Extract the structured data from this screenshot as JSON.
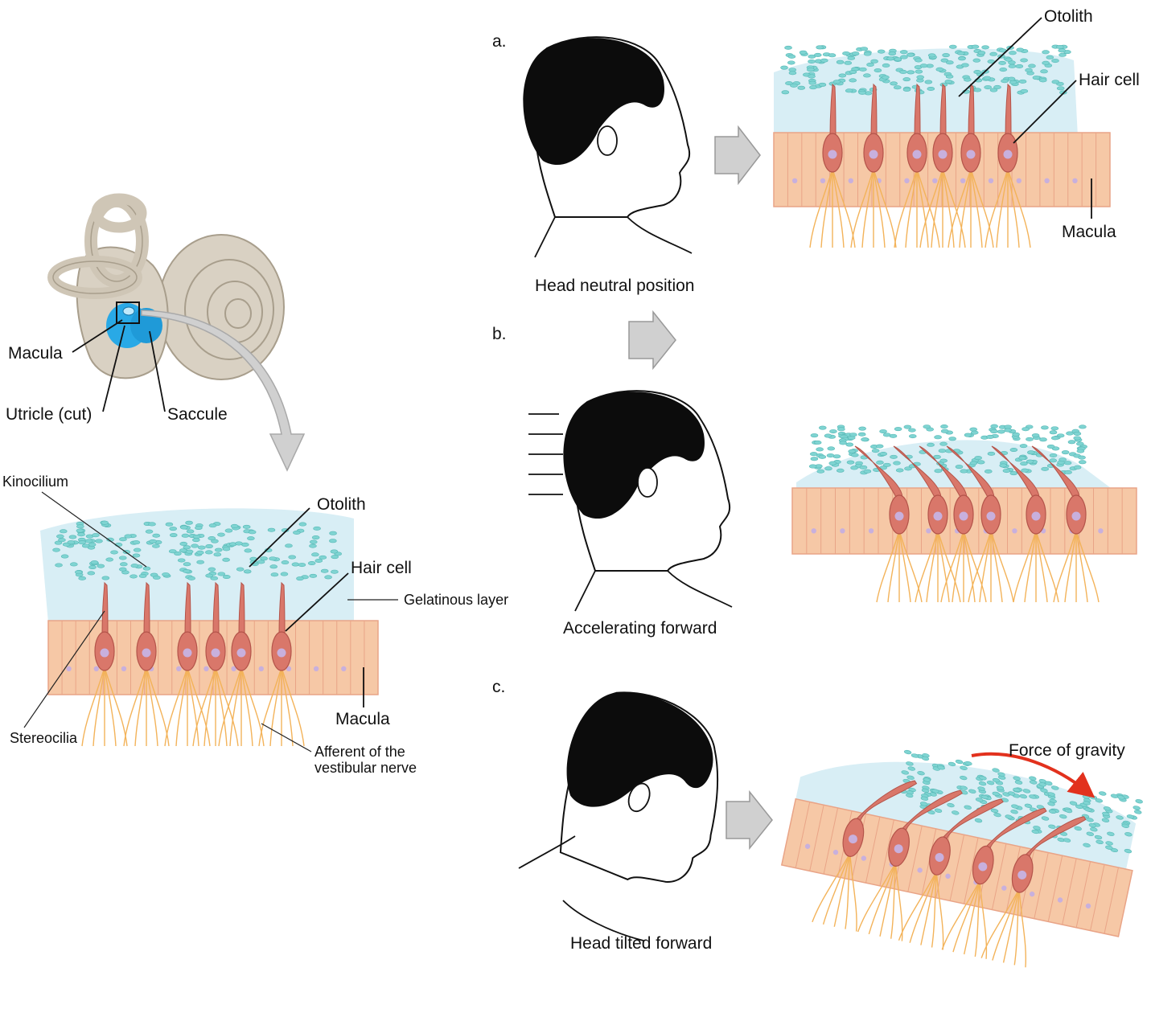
{
  "colors": {
    "otolith": "#7fd4d2",
    "gelatinous_layer": "#d8eef5",
    "epithelium": "#f6c8a6",
    "cell_border": "#e9a487",
    "hair_cell": "#d9776a",
    "hair_cell_nucleus": "#c8b0dd",
    "nerve_fibre": "#f3b35a",
    "inner_ear_bone": "#d9d1c3",
    "utricle_saccule": "#29a9e6",
    "gravity_arrow": "#e2311d",
    "large_arrow": "#d0d0d0"
  },
  "left_panel": {
    "inner_ear": {
      "macula": "Macula",
      "utricle": "Utricle (cut)",
      "saccule": "Saccule"
    },
    "detail": {
      "kinocilium": "Kinocilium",
      "otolith": "Otolith",
      "hair_cell": "Hair cell",
      "gelatinous_layer": "Gelatinous layer",
      "stereocilia": "Stereocilia",
      "macula": "Macula",
      "afferent_line1": "Afferent of the",
      "afferent_line2": "vestibular nerve"
    }
  },
  "panel_a": {
    "letter": "a.",
    "caption": "Head neutral position",
    "otolith": "Otolith",
    "hair_cell": "Hair cell",
    "macula": "Macula"
  },
  "panel_b": {
    "letter": "b.",
    "caption": "Accelerating forward"
  },
  "panel_c": {
    "letter": "c.",
    "caption": "Head tilted forward",
    "force": "Force of gravity"
  }
}
